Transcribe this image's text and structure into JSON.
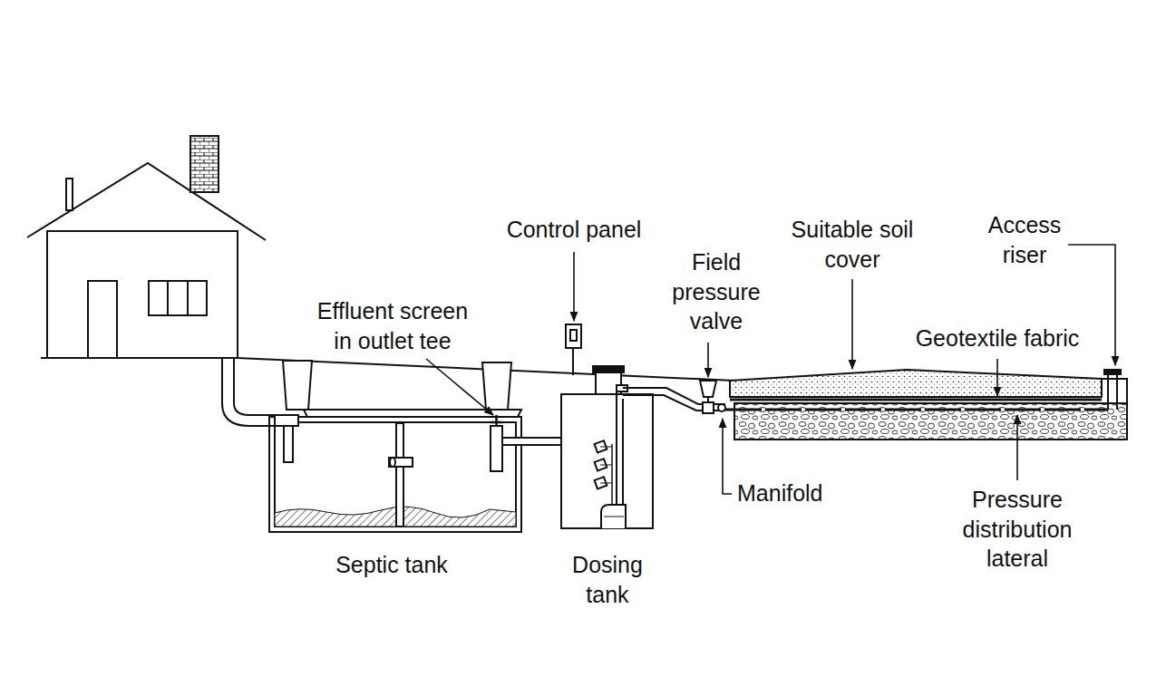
{
  "diagram": {
    "labels": [
      "Control panel",
      "Effluent screen in outlet tee",
      "Field pressure valve",
      "Suitable soil cover",
      "Access riser",
      "Geotextile fabric",
      "Manifold",
      "Pressure distribution lateral",
      "Septic tank",
      "Dosing tank"
    ]
  }
}
